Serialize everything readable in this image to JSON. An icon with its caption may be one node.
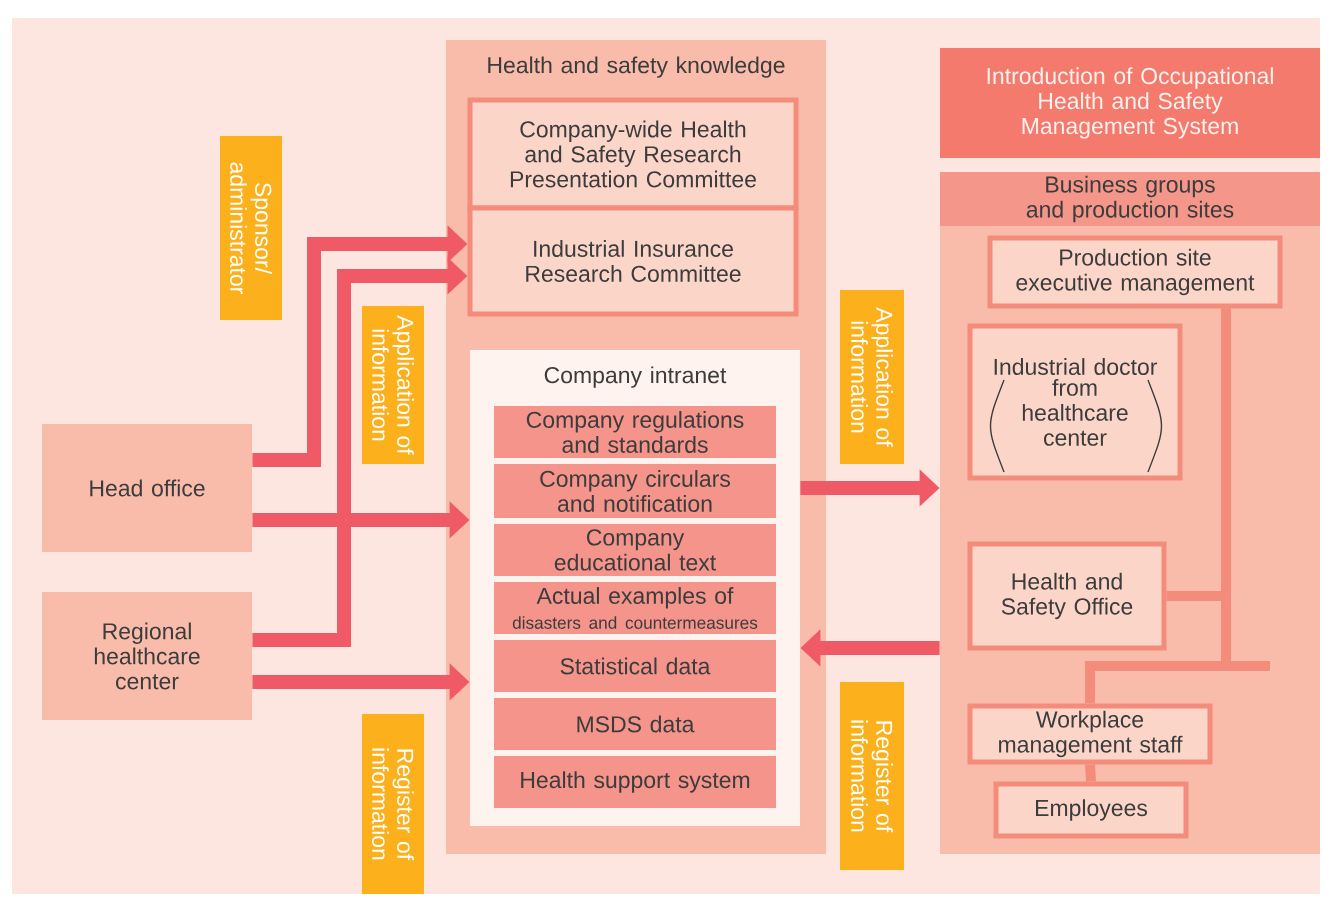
{
  "diagram": {
    "nodes": [
      {
        "text": [
          "Head office"
        ]
      },
      {
        "text": [
          "Regional healthcare center"
        ]
      },
      {
        "text": [
          "Health and safety knowledge"
        ]
      },
      {
        "text": [
          "Company-wide Health and Safety Research Presentation Committee"
        ],
        "in": 2
      },
      {
        "text": [
          "Industrial Insurance Research Committee"
        ],
        "in": 2
      },
      {
        "text": [
          "Company intranet"
        ],
        "in": 2
      },
      {
        "text": [
          "Company regulations and standards"
        ],
        "in": 5
      },
      {
        "text": [
          "Company circulars and notification"
        ],
        "in": 5
      },
      {
        "text": [
          "Company educational text"
        ],
        "in": 5
      },
      {
        "text": [
          "Actual examples of",
          "disasters and countermeasures"
        ],
        "in": 5
      },
      {
        "text": [
          "Statistical data"
        ],
        "in": 5
      },
      {
        "text": [
          "MSDS data"
        ],
        "in": 5
      },
      {
        "text": [
          "Health support system"
        ],
        "in": 5
      },
      {
        "text": [
          "Introduction of Occupational Health and Safety Management System"
        ]
      },
      {
        "text": [
          "Business groups and production sites"
        ]
      },
      {
        "text": [
          "Production site executive management"
        ],
        "in": 14
      },
      {
        "text": [
          "Industrial doctor",
          "from healthcare center"
        ],
        "in": 14
      },
      {
        "text": [
          "Health and Safety Office"
        ],
        "in": 14
      },
      {
        "text": [
          "Workplace management staff"
        ],
        "in": 14
      },
      {
        "text": [
          "Employees"
        ],
        "in": 14
      }
    ],
    "edges": [
      {
        "from": 0,
        "to": 4,
        "arrow": "to"
      },
      {
        "from": 1,
        "to": 4,
        "arrow": "to"
      },
      {
        "from": 0,
        "to": 5,
        "arrow": "to"
      },
      {
        "from": 1,
        "to": 5,
        "arrow": "to"
      },
      {
        "from": 5,
        "to": 14,
        "arrow": "to"
      },
      {
        "from": 14,
        "to": 5,
        "arrow": "to"
      },
      {
        "from": 15,
        "to": 17,
        "arrow": "none",
        "color": "#f48c7c"
      },
      {
        "from": 15,
        "to": 18,
        "arrow": "none",
        "color": "#f48c7c"
      },
      {
        "from": 18,
        "to": 19,
        "arrow": "none",
        "color": "#f48c7c"
      }
    ],
    "labels": [
      "Sponsor/ administrator",
      "Application of information",
      "Application of information",
      "Register of information",
      "Register of information"
    ]
  }
}
